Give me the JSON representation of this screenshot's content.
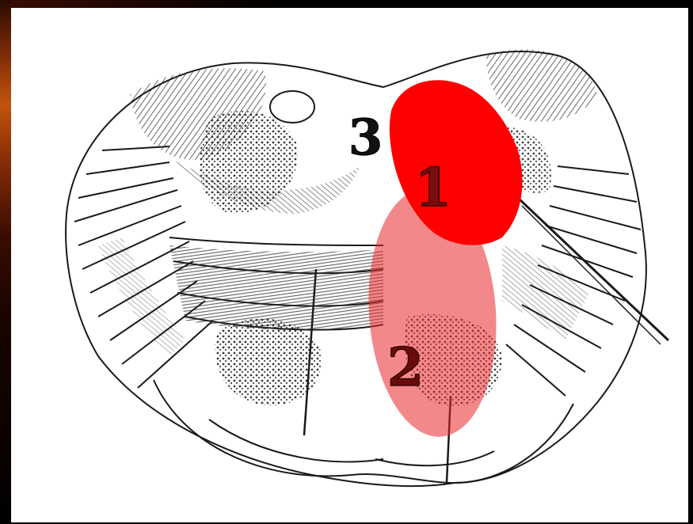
{
  "labels": {
    "label_1": "1",
    "label_2": "2",
    "label_3": "3"
  },
  "colors": {
    "region_1_fill": "#ff0000",
    "region_2_fill": "#e8262a",
    "label_1_color": "#7a0d0d",
    "label_2_color": "#6a0b0b",
    "label_3_color": "#111111",
    "sketch_ink": "#1a1a1a",
    "background": "#ffffff",
    "frame": "#000000"
  }
}
